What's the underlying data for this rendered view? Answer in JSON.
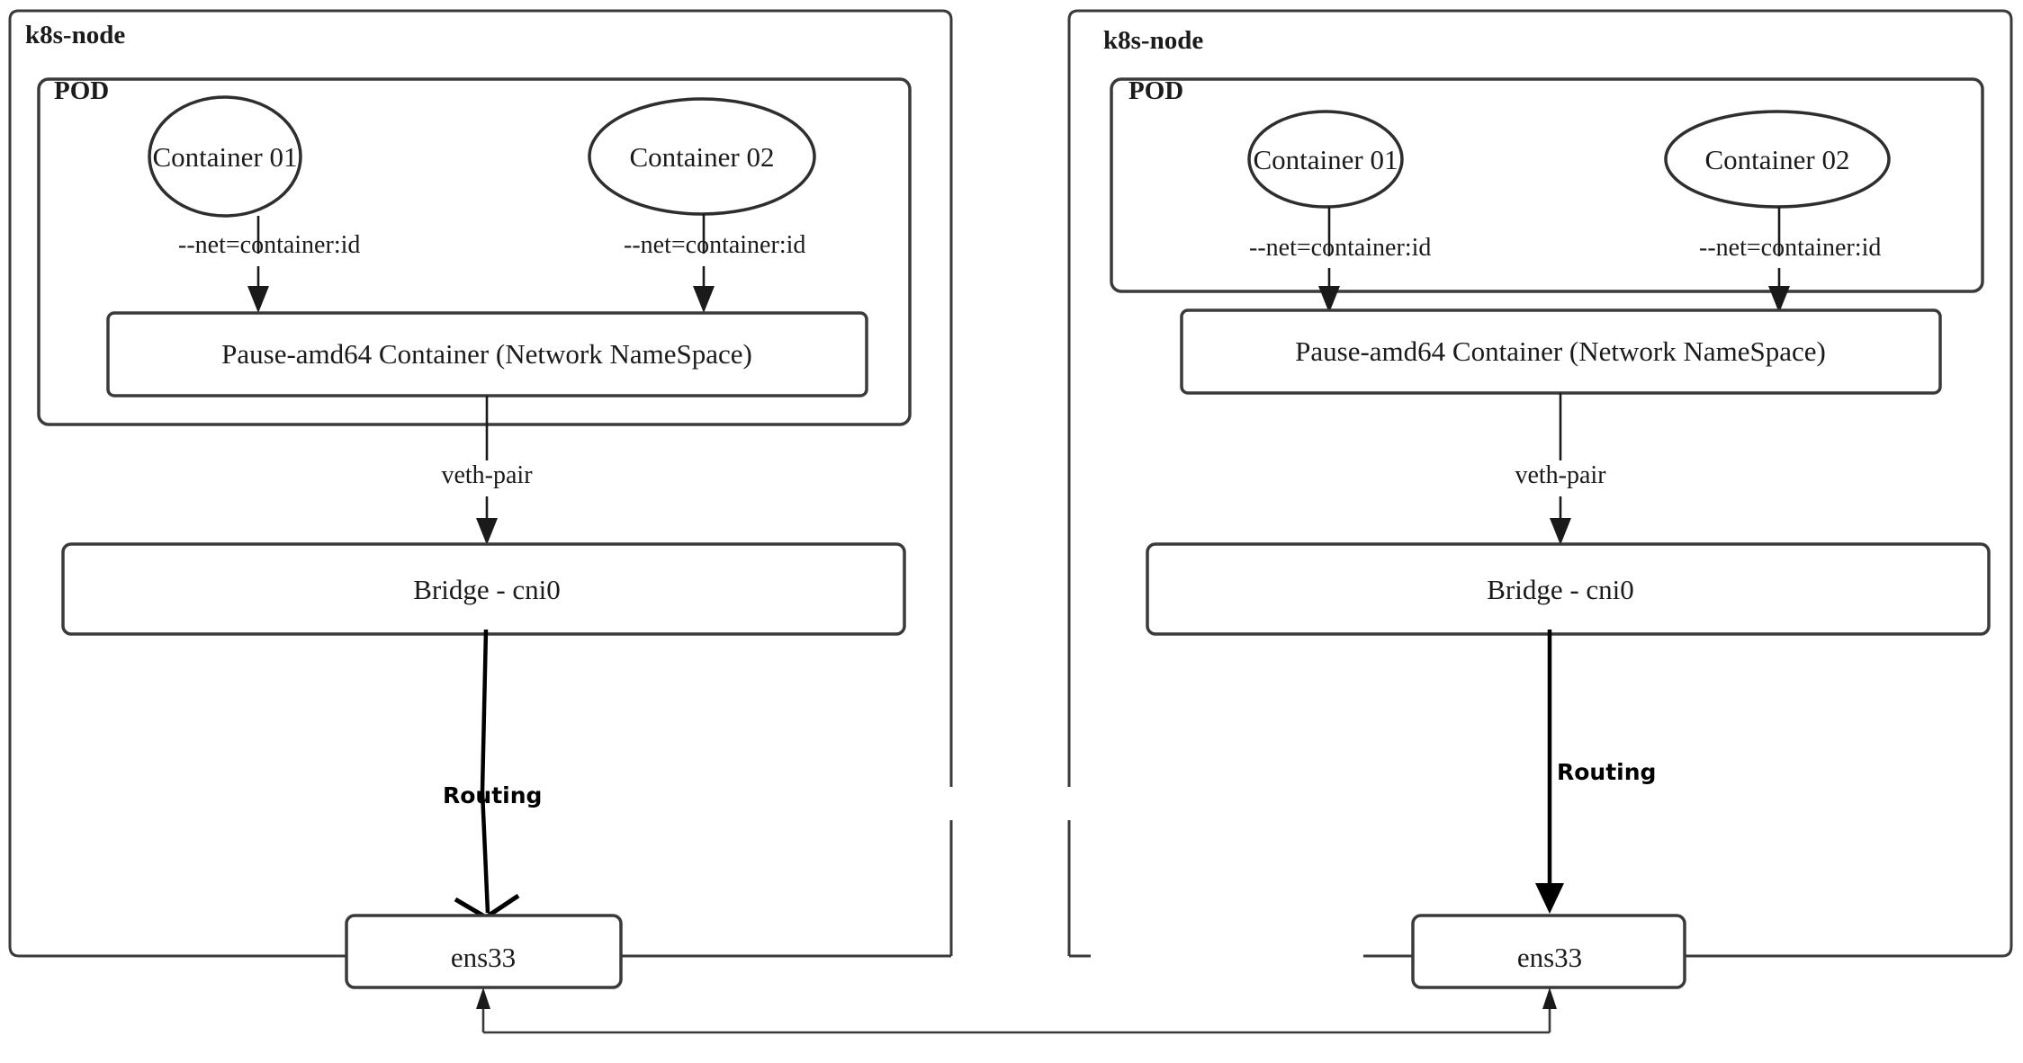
{
  "diagram": {
    "title": "Kubernetes pod networking between two nodes",
    "colors": {
      "background": "#ffffff",
      "box_stroke": "#3a3a3a",
      "ellipse_stroke": "#2e2e2e",
      "line": "#1a1a1a",
      "routing_line": "#000000",
      "text": "#1b1b1b"
    },
    "nodes": [
      {
        "id": "left",
        "node_label": "k8s-node",
        "pod_label": "POD",
        "container_01": "Container 01",
        "container_02": "Container 02",
        "net_flag_01": "--net=container:id",
        "net_flag_02": "--net=container:id",
        "pause_container": "Pause-amd64 Container (Network NameSpace)",
        "veth_label": "veth-pair",
        "bridge_label": "Bridge - cni0",
        "routing_label": "Routing",
        "nic_label": "ens33"
      },
      {
        "id": "right",
        "node_label": "k8s-node",
        "pod_label": "POD",
        "container_01": "Container 01",
        "container_02": "Container 02",
        "net_flag_01": "--net=container:id",
        "net_flag_02": "--net=container:id",
        "pause_container": "Pause-amd64 Container (Network NameSpace)",
        "veth_label": "veth-pair",
        "bridge_label": "Bridge - cni0",
        "routing_label": "Routing",
        "nic_label": "ens33"
      }
    ]
  }
}
